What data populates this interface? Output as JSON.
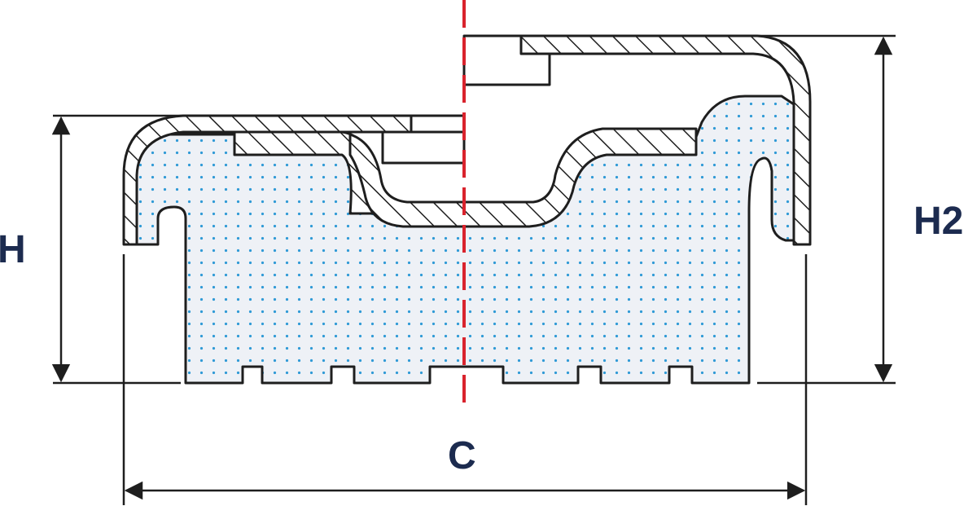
{
  "labels": {
    "height": "H",
    "height_2": "H2",
    "width": "C"
  },
  "colors": {
    "outline": "#1e1e1e",
    "label": "#1c2b4f",
    "centerline": "#d9232d",
    "fill_dots": "#2f9ad6",
    "fill_background": "#eef1f6"
  }
}
